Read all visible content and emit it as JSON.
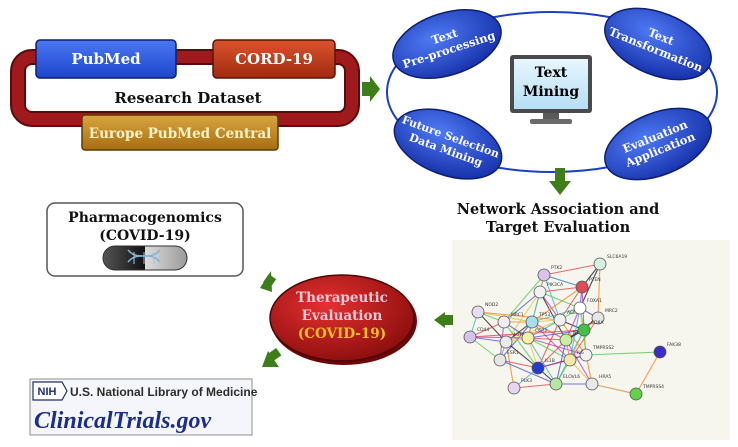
{
  "research": {
    "pubmed": "PubMed",
    "cord": "CORD-19",
    "caption": "Research Dataset",
    "europe": "Europe PubMed Central"
  },
  "text_mining": {
    "center_line1": "Text",
    "center_line2": "Mining",
    "nodes": [
      {
        "line1": "Text",
        "line2": "Pre-processing"
      },
      {
        "line1": "Text",
        "line2": "Transformation"
      },
      {
        "line1": "Future Selection",
        "line2": "Data Mining"
      },
      {
        "line1": "Evaluation",
        "line2": "Application"
      }
    ]
  },
  "network": {
    "title_line1": "Network Association and",
    "title_line2": "Target Evaluation",
    "genes": [
      "PTK2",
      "SLC6A19",
      "PIK3CA",
      "PTEN",
      "NOD2",
      "MRC1",
      "TP53",
      "ACE2",
      "FOXA1",
      "MRC2",
      "CD44",
      "AGTR1",
      "CCR2",
      "ETV1",
      "CD8A",
      "TMPRSS2",
      "ESR1",
      "IL6",
      "IL1B",
      "FAK38",
      "PLK3",
      "ELOVL6",
      "HRA5",
      "TMPRSS4"
    ]
  },
  "therapeutic": {
    "line1": "Therapeutic",
    "line2": "Evaluation",
    "line3": "(COVID-19)"
  },
  "pharmaco": {
    "line1": "Pharmacogenomics",
    "line2": "(COVID-19)"
  },
  "nlm": {
    "nih": "NIH",
    "name": "U.S. National Library of Medicine",
    "site": "ClinicalTrials.gov"
  },
  "colors": {
    "green_arrow": "#3d7d1a",
    "maroon_loop": "#a0191c",
    "blue_box": "#2d5be3",
    "orange_box": "#c0391d",
    "gold_box": "#c6891a",
    "blue_ellipse": "#1c3fc0",
    "red_ellipse": "#c41a1a"
  }
}
